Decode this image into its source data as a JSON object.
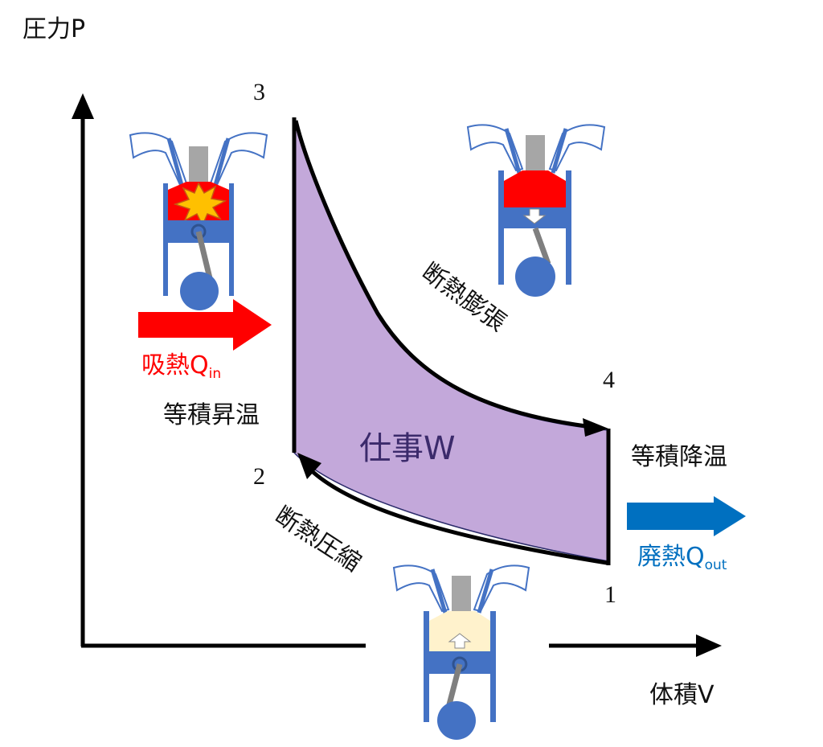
{
  "axes": {
    "y_label": "圧力P",
    "x_label": "体積V"
  },
  "points": {
    "p1": "1",
    "p2": "2",
    "p3": "3",
    "p4": "4"
  },
  "processes": {
    "heat_in_process": "等積昇温",
    "expansion": "断熱膨張",
    "heat_out_process": "等積降温",
    "compression": "断熱圧縮"
  },
  "work": "仕事W",
  "heat_in": {
    "text": "吸熱Q",
    "sub": "in"
  },
  "heat_out": {
    "text": "廃熱Q",
    "sub": "out"
  },
  "colors": {
    "work_area": "#c3a8da",
    "heat_in_arrow": "#ff0000",
    "heat_out_arrow": "#0070c0",
    "engine_body": "#4472c4",
    "combustion": "#ff0000",
    "intake_mix": "#fff2cc"
  }
}
